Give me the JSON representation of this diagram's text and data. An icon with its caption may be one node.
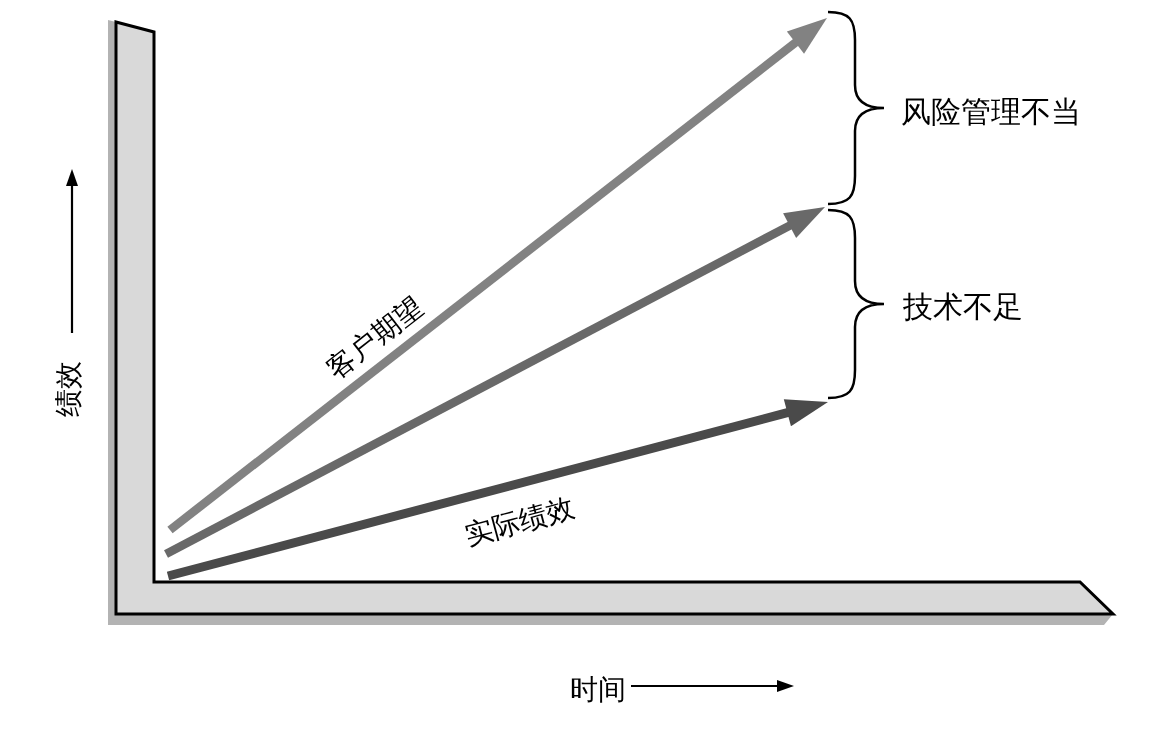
{
  "diagram": {
    "labels": [
      "风险管理不当",
      "技术不足",
      "客户期望",
      "绩效",
      "实际绩效",
      "时间"
    ]
  }
}
